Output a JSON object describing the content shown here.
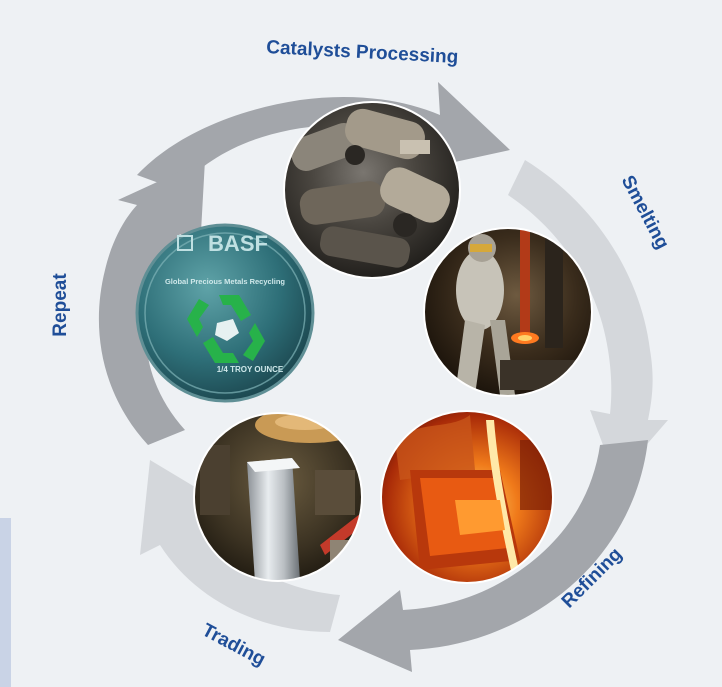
{
  "colors": {
    "background": "#eef1f4",
    "arrow_dark": "#a3a6ab",
    "arrow_light": "#d4d7db",
    "label_blue": "#1f4e98",
    "side_strip": "#c9d3e6"
  },
  "cycle": {
    "stages": [
      {
        "id": "catalysts",
        "label": "Catalysts Processing",
        "photo": "scrap-catalytic-converters"
      },
      {
        "id": "smelting",
        "label": "Smelting",
        "photo": "smelter-worker-in-protective-suit"
      },
      {
        "id": "refining",
        "label": "Refining",
        "photo": "molten-metal-pour"
      },
      {
        "id": "trading",
        "label": "Trading",
        "photo": "precious-metal-ingot"
      },
      {
        "id": "repeat",
        "label": "Repeat",
        "photo": "basf-recycling-coin"
      }
    ],
    "coin": {
      "brand": "BASF",
      "top_text": "Global Precious Metals Recycling",
      "bottom_text": "1/4 TROY OUNCE",
      "icon": "recycle-icon"
    }
  }
}
